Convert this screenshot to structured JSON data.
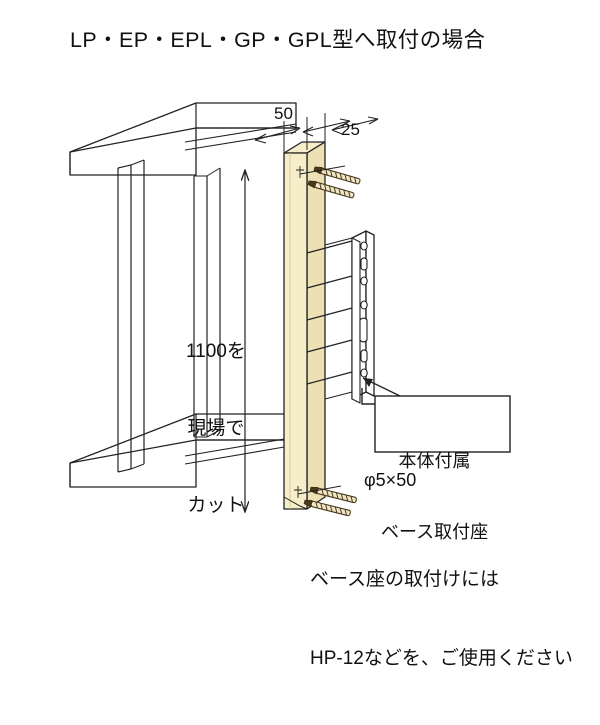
{
  "page": {
    "title": "LP・EP・EPL・GP・GPL型へ取付の場合",
    "background_color": "#ffffff",
    "line_color": "#222222",
    "wood_color": "#f6eec8",
    "wood_shade_color": "#e8dcae",
    "screw_color": "#6b5530"
  },
  "dimensions": {
    "width_50": "50",
    "width_25": "25"
  },
  "annotations": {
    "cut_note_line1": "1100を",
    "cut_note_line2": "現場で",
    "cut_note_line3": "カット",
    "callout_line1": "本体付属",
    "callout_line2": "ベース取付座",
    "screw_spec": "φ5×50",
    "base_note_line1": "ベース座の取付けには",
    "base_note_line2": "HP-12などを、ご使用ください"
  },
  "parts": {
    "post_label": "wooden-post",
    "bracket_label": "base-mounting-rail",
    "frame_label": "wooden-frame",
    "screws_top_label": "screw-pair-top",
    "screws_bottom_label": "screw-pair-bottom"
  }
}
